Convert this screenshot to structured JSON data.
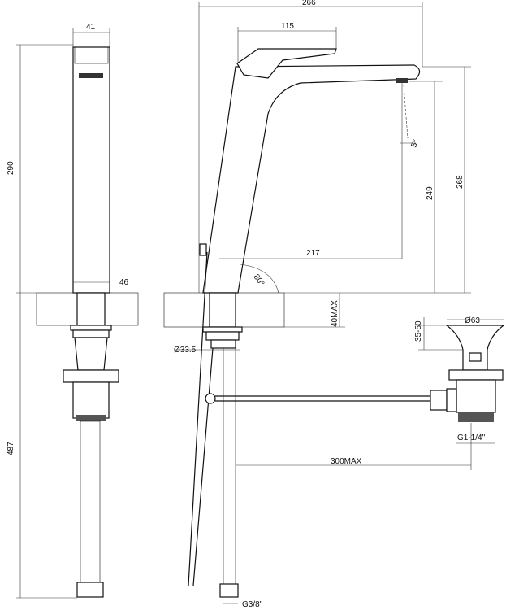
{
  "front_view": {
    "width_top": "41",
    "height": "290",
    "width_base": "46",
    "under_counter": "487"
  },
  "side_view": {
    "projection": "266",
    "handle": "115",
    "spout_angle": "5°",
    "spout_outlet_height": "268",
    "clearance": "249",
    "reach": "217",
    "body_angle": "80°",
    "counter_thickness": "40MAX",
    "hole_diameter": "Ø33.5",
    "hose_thread": "G3/8\"",
    "rod_length": "300MAX"
  },
  "waste": {
    "diameter": "Ø63",
    "height_range": "35-50",
    "thread": "G1-1/4\""
  }
}
